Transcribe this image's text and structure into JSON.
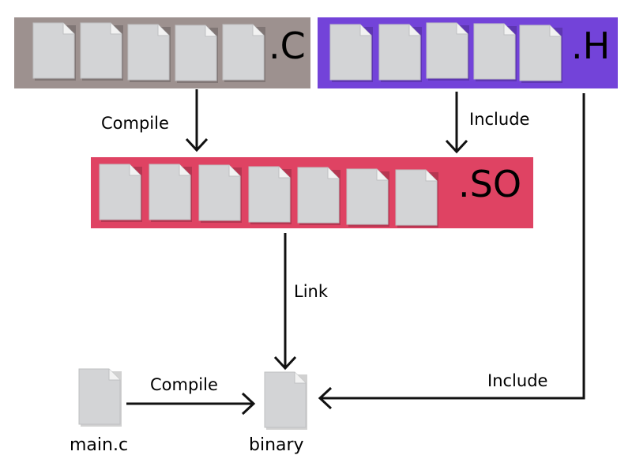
{
  "groups": {
    "c": {
      "ext": ".C",
      "color": "#9d918f",
      "files": 5
    },
    "h": {
      "ext": ".H",
      "color": "#7343d9",
      "files": 5
    },
    "so": {
      "ext": ".SO",
      "color": "#df4363",
      "files": 7
    }
  },
  "nodes": {
    "main_c": "main.c",
    "binary": "binary"
  },
  "edges": {
    "compile_c_so": "Compile",
    "include_h_so": "Include",
    "link_so_binary": "Link",
    "compile_main_binary": "Compile",
    "include_h_binary": "Include"
  },
  "colors": {
    "arrow": "#111111",
    "file": "#d3d4d6"
  }
}
